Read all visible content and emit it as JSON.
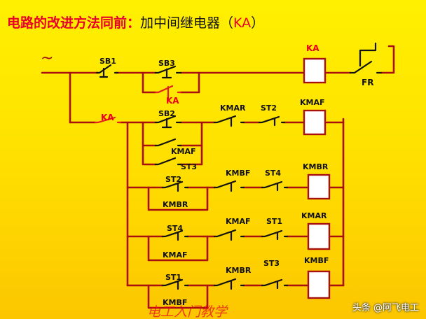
{
  "title": {
    "part1": "电路的改进方法同前：",
    "part2": "加中间继电器",
    "paren_open": "（",
    "ka": "KA",
    "paren_close": "）"
  },
  "supply_symbol": "~",
  "labels": {
    "sb1": "SB1",
    "sb3": "SB3",
    "ka_contact_upper": "KA",
    "ka_coil": "KA",
    "fr": "FR",
    "ka_contact_lower": "KA",
    "sb2": "SB2",
    "kmar_r2": "KMAR",
    "st2_r2": "ST2",
    "kmaf_coil": "KMAF",
    "kmaf_hold": "KMAF",
    "st3_r2": "ST3",
    "st2_r3": "ST2",
    "kmbf_r3": "KMBF",
    "st4_r3": "ST4",
    "kmbr_coil": "KMBR",
    "kmbr_hold": "KMBR",
    "st4_r4": "ST4",
    "kmaf_r4": "KMAF",
    "st1_r4": "ST1",
    "kmar_coil": "KMAR",
    "kmaf_hold_r4": "KMAF",
    "st1_r5": "ST1",
    "kmbr_r5": "KMBR",
    "st3_r5": "ST3",
    "kmbf_coil": "KMBF",
    "kmbf_hold": "KMBF"
  },
  "watermark": "电工入门教学",
  "credit": "头条 @阿飞电工"
}
